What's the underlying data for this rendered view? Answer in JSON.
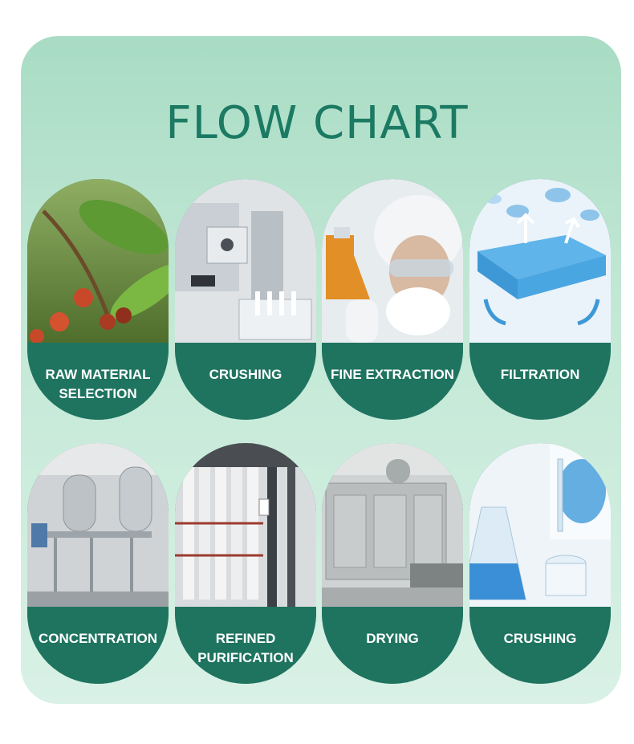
{
  "title": "FLOW CHART",
  "steps": [
    {
      "label": "RAW MATERIAL\nSELECTION",
      "image": "red-berries-and-leaves"
    },
    {
      "label": "CRUSHING",
      "image": "crushing-machine"
    },
    {
      "label": "FINE EXTRACTION",
      "image": "scientist-with-flask"
    },
    {
      "label": "FILTRATION",
      "image": "filter-membrane-icon"
    },
    {
      "label": "CONCENTRATION",
      "image": "concentration-tanks"
    },
    {
      "label": "REFINED\nPURIFICATION",
      "image": "membrane-columns"
    },
    {
      "label": "DRYING",
      "image": "drying-oven"
    },
    {
      "label": "CRUSHING",
      "image": "lab-glassware"
    }
  ],
  "colors": {
    "title": "#1c7a63",
    "card_label_bg": "#1f7460",
    "panel_top": "#a9dcc4",
    "panel_bottom": "#d9f1e6"
  }
}
